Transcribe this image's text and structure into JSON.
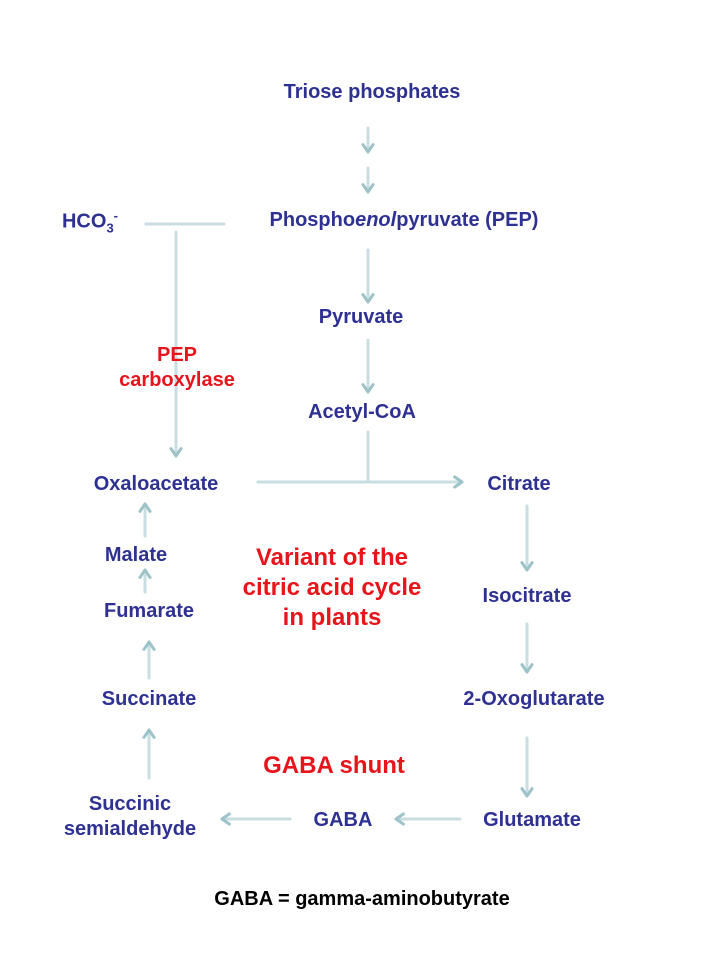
{
  "colors": {
    "metabolite": "#2E3192",
    "enzyme": "#E8141B",
    "arrow": "#C8DEE0",
    "arrow_stroke": "#9DC3C8",
    "footnote": "#000000"
  },
  "metabolites": {
    "triose_phosphates": "Triose phosphates",
    "hco3_base": "HCO",
    "hco3_sub": "3",
    "hco3_sup": "-",
    "pep_pre": "Phospho",
    "pep_italic": "enol",
    "pep_post": "pyruvate (PEP)",
    "pyruvate": "Pyruvate",
    "acetyl_coa": "Acetyl-CoA",
    "oxaloacetate": "Oxaloacetate",
    "citrate": "Citrate",
    "malate": "Malate",
    "fumarate": "Fumarate",
    "isocitrate": "Isocitrate",
    "succinate": "Succinate",
    "oxoglutarate": "2-Oxoglutarate",
    "succinic_semialdehyde_line1": "Succinic",
    "succinic_semialdehyde_line2": "semialdehyde",
    "gaba": "GABA",
    "glutamate": "Glutamate"
  },
  "enzymes": {
    "pep_carboxylase_line1": "PEP",
    "pep_carboxylase_line2": "carboxylase"
  },
  "headings": {
    "variant_line1": "Variant of the",
    "variant_line2": "citric acid cycle",
    "variant_line3": "in plants",
    "gaba_shunt": "GABA shunt"
  },
  "footnote": "GABA = gamma-aminobutyrate"
}
